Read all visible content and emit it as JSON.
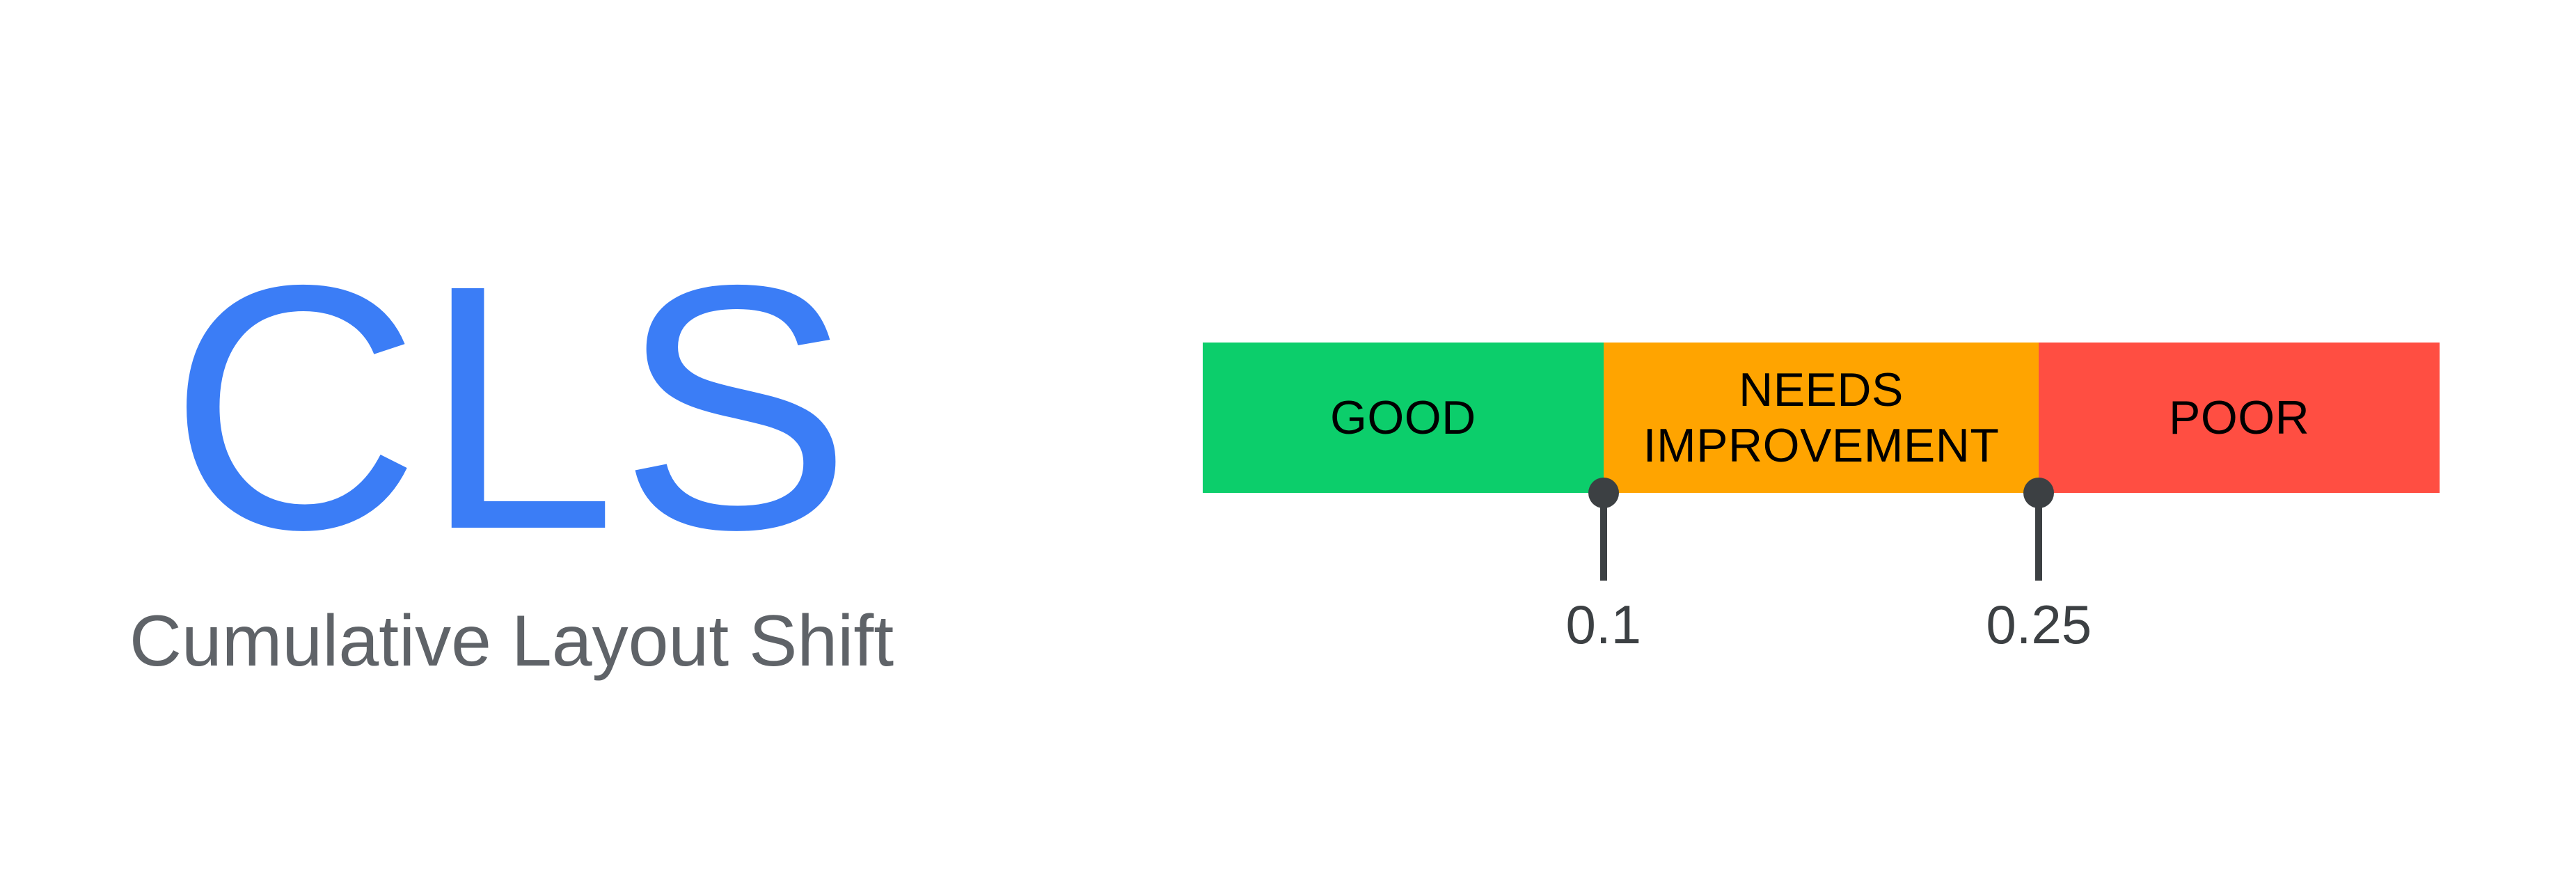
{
  "metric": {
    "acronym": "CLS",
    "full_name": "Cumulative Layout Shift",
    "acronym_color": "#3b7df6",
    "full_name_color": "#5f6368"
  },
  "scale": {
    "segments": [
      {
        "id": "good",
        "label": "GOOD",
        "color": "#0cce6b",
        "width_pct": 32.4
      },
      {
        "id": "needs-improvement",
        "label": "NEEDS\nIMPROVEMENT",
        "color": "#ffa400",
        "width_pct": 35.2
      },
      {
        "id": "poor",
        "label": "POOR",
        "color": "#ff4e42",
        "width_pct": 32.4
      }
    ],
    "thresholds": [
      {
        "id": "good-upper-bound",
        "value": "0.1",
        "position_pct": 32.4
      },
      {
        "id": "needs-improvement-upper-bound",
        "value": "0.25",
        "position_pct": 67.6
      }
    ],
    "marker_color": "#3c4043"
  },
  "chart_data": {
    "type": "bar",
    "title": "Cumulative Layout Shift",
    "subtitle": "CLS",
    "orientation": "horizontal",
    "categories": [
      "GOOD",
      "NEEDS IMPROVEMENT",
      "POOR"
    ],
    "values": [
      32.4,
      35.2,
      32.4
    ],
    "colors": [
      "#0cce6b",
      "#ffa400",
      "#ff4e42"
    ],
    "annotations": [
      "0.1",
      "0.25"
    ],
    "annotation_positions_pct": [
      32.4,
      67.6
    ],
    "ranges": [
      {
        "category": "GOOD",
        "from": "0",
        "to": "0.1"
      },
      {
        "category": "NEEDS IMPROVEMENT",
        "from": "0.1",
        "to": "0.25"
      },
      {
        "category": "POOR",
        "from": "0.25",
        "to": "+"
      }
    ],
    "xlabel": "",
    "ylabel": "",
    "grid": false,
    "legend": "none"
  }
}
